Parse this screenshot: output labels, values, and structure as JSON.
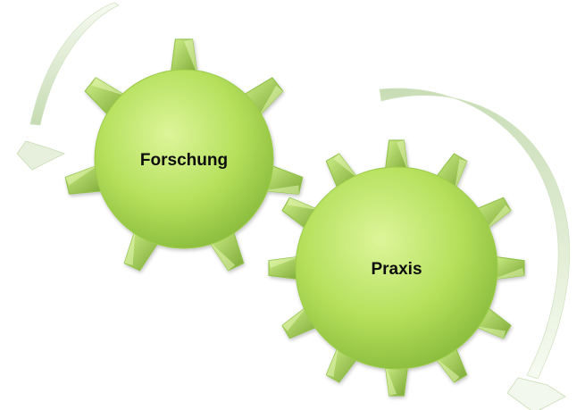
{
  "gears": [
    {
      "id": "forschung",
      "label": "Forschung",
      "teeth": 7
    },
    {
      "id": "praxis",
      "label": "Praxis",
      "teeth": 12
    }
  ],
  "arrows": [
    {
      "id": "arrow-left",
      "direction": "counterclockwise"
    },
    {
      "id": "arrow-right",
      "direction": "clockwise"
    }
  ],
  "colors": {
    "gear_light": "#ddf59a",
    "gear_mid": "#b5e05c",
    "gear_dark": "#86b83a",
    "tooth_light": "#d0ef8a",
    "tooth_dark": "#7aa834",
    "arrow_light": "#f2f8e8",
    "arrow_dark": "#c5dbb2",
    "text": "#111111"
  }
}
